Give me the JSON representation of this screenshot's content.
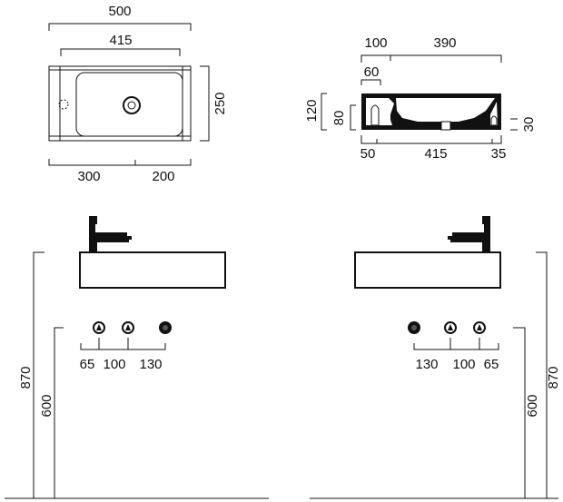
{
  "top_view": {
    "overall_width": "500",
    "basin_width": "415",
    "depth": "250",
    "left_offset": "300",
    "right_offset": "200"
  },
  "section_view": {
    "rim_left": "100",
    "rim_right": "390",
    "tap_hole": "60",
    "height": "120",
    "bowl_depth": "80",
    "drain_rise": "30",
    "base_left": "50",
    "base_mid": "415",
    "base_right": "35"
  },
  "elevation_left": {
    "spacing_a": "65",
    "spacing_b": "100",
    "spacing_c": "130",
    "height_total": "870",
    "height_counter": "600"
  },
  "elevation_right": {
    "spacing_a": "130",
    "spacing_b": "100",
    "spacing_c": "65",
    "height_total": "870",
    "height_counter": "600"
  }
}
